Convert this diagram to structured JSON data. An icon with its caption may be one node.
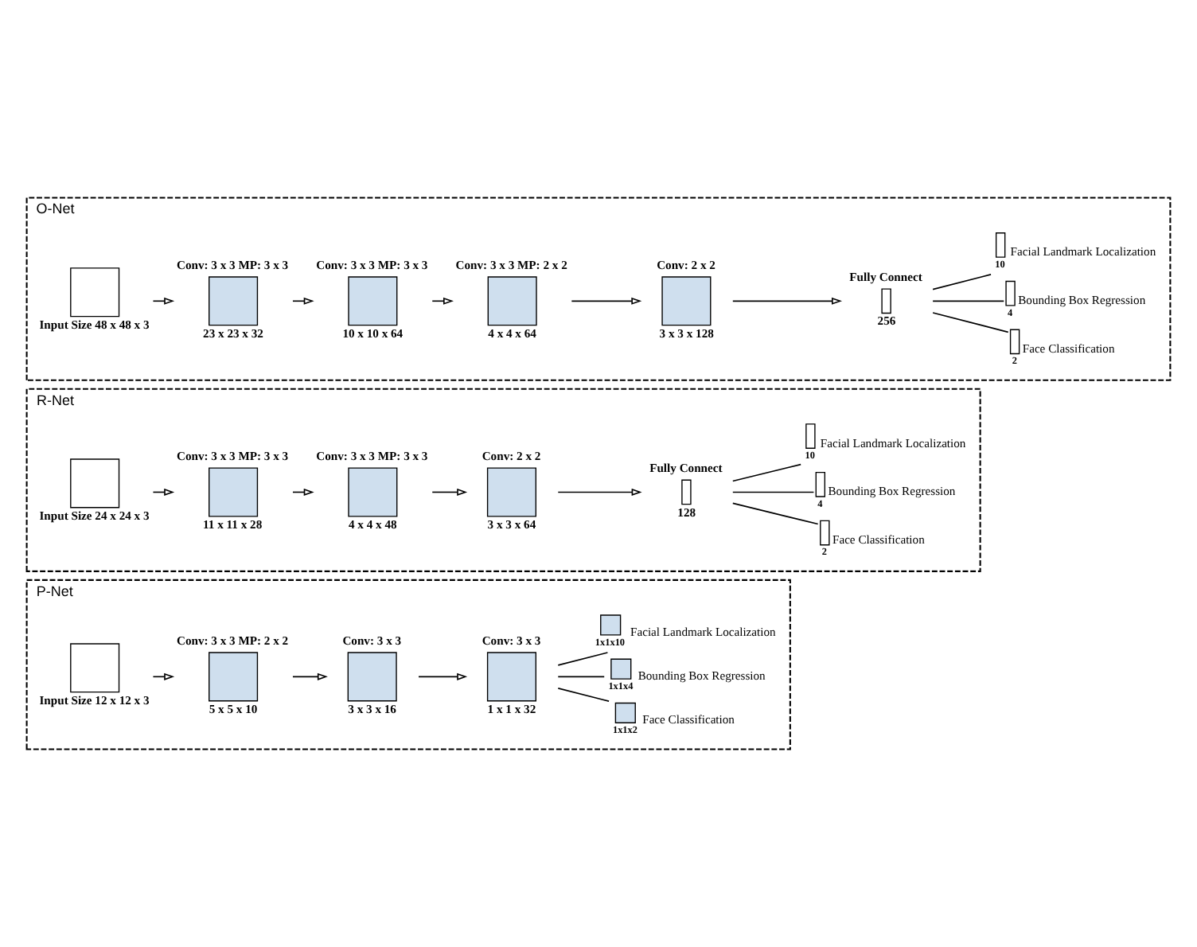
{
  "diagram": {
    "nodes": [
      {
        "text": [
          "P-Net"
        ]
      },
      {
        "text": [],
        "shape": "box",
        "in": 0,
        "beside": [
          "Input Size 12 x 12 x 3"
        ]
      },
      {
        "text": [],
        "shape": "stack",
        "in": 0,
        "beside": [
          "Conv: 3 x 3 MP: 2 x 2",
          "5 x 5 x 10"
        ]
      },
      {
        "text": [],
        "shape": "stack",
        "in": 0,
        "beside": [
          "Conv: 3 x 3",
          "3 x 3 x 16"
        ]
      },
      {
        "text": [],
        "shape": "stack",
        "in": 0,
        "beside": [
          "Conv: 3 x 3",
          "1 x 1 x 32"
        ]
      },
      {
        "text": [],
        "shape": "stack",
        "in": 0,
        "beside": [
          "1x1x2",
          "Face Classification"
        ]
      },
      {
        "text": [],
        "shape": "stack",
        "in": 0,
        "beside": [
          "1x1x4",
          "Bounding Box Regression"
        ]
      },
      {
        "text": [],
        "shape": "stack",
        "in": 0,
        "beside": [
          "1x1x10",
          "Facial Landmark Localization"
        ]
      },
      {
        "text": [
          "R-Net"
        ]
      },
      {
        "text": [],
        "shape": "box",
        "in": 8,
        "beside": [
          "Input Size 24 x 24 x 3"
        ]
      },
      {
        "text": [],
        "shape": "stack",
        "in": 8,
        "beside": [
          "Conv: 3 x 3 MP: 3 x 3",
          "11 x 11 x 28"
        ]
      },
      {
        "text": [],
        "shape": "stack",
        "in": 8,
        "beside": [
          "Conv: 3 x 3 MP: 3 x 3",
          "4 x 4 x 48"
        ]
      },
      {
        "text": [],
        "shape": "stack",
        "in": 8,
        "beside": [
          "Conv: 2 x 2",
          "3 x 3 x 64"
        ]
      },
      {
        "text": [],
        "shape": "bar",
        "in": 8,
        "beside": [
          "Fully Connect",
          "128"
        ]
      },
      {
        "text": [],
        "shape": "bar",
        "in": 8,
        "beside": [
          "2",
          "Face Classification"
        ]
      },
      {
        "text": [],
        "shape": "bar",
        "in": 8,
        "beside": [
          "4",
          "Bounding Box Regression"
        ]
      },
      {
        "text": [],
        "shape": "bar",
        "in": 8,
        "beside": [
          "10",
          "Facial Landmark Localization"
        ]
      },
      {
        "text": [
          "O-Net"
        ]
      },
      {
        "text": [],
        "shape": "box",
        "in": 17,
        "beside": [
          "Input Size 48 x 48 x 3"
        ]
      },
      {
        "text": [],
        "shape": "stack",
        "in": 17,
        "beside": [
          "Conv: 3 x 3 MP: 3 x 3",
          "23 x 23 x 32"
        ]
      },
      {
        "text": [],
        "shape": "stack",
        "in": 17,
        "beside": [
          "Conv: 3 x 3 MP: 3 x 3",
          "10 x 10 x 64"
        ]
      },
      {
        "text": [],
        "shape": "stack",
        "in": 17,
        "beside": [
          "Conv: 3 x 3 MP: 2 x 2",
          "4 x 4 x 64"
        ]
      },
      {
        "text": [],
        "shape": "stack",
        "in": 17,
        "beside": [
          "Conv: 2 x 2",
          "3 x 3 x 128"
        ]
      },
      {
        "text": [],
        "shape": "bar",
        "in": 17,
        "beside": [
          "Fully Connect",
          "256"
        ]
      },
      {
        "text": [],
        "shape": "bar",
        "in": 17,
        "beside": [
          "2",
          "Face Classification"
        ]
      },
      {
        "text": [],
        "shape": "bar",
        "in": 17,
        "beside": [
          "4",
          "Bounding Box Regression"
        ]
      },
      {
        "text": [],
        "shape": "bar",
        "in": 17,
        "beside": [
          "10",
          "Facial Landmark Localization"
        ]
      }
    ],
    "edges": [
      {
        "from": 1,
        "to": 2,
        "arrow": "to"
      },
      {
        "from": 2,
        "to": 3,
        "arrow": "to"
      },
      {
        "from": 3,
        "to": 4,
        "arrow": "to"
      },
      {
        "from": 4,
        "to": 5,
        "arrow": "none"
      },
      {
        "from": 4,
        "to": 6,
        "arrow": "none"
      },
      {
        "from": 4,
        "to": 7,
        "arrow": "none"
      },
      {
        "from": 9,
        "to": 10,
        "arrow": "to"
      },
      {
        "from": 10,
        "to": 11,
        "arrow": "to"
      },
      {
        "from": 11,
        "to": 12,
        "arrow": "to"
      },
      {
        "from": 12,
        "to": 13,
        "arrow": "to"
      },
      {
        "from": 13,
        "to": 14,
        "arrow": "none"
      },
      {
        "from": 13,
        "to": 15,
        "arrow": "none"
      },
      {
        "from": 13,
        "to": 16,
        "arrow": "none"
      },
      {
        "from": 18,
        "to": 19,
        "arrow": "to"
      },
      {
        "from": 19,
        "to": 20,
        "arrow": "to"
      },
      {
        "from": 20,
        "to": 21,
        "arrow": "to"
      },
      {
        "from": 21,
        "to": 22,
        "arrow": "to"
      },
      {
        "from": 22,
        "to": 23,
        "arrow": "to"
      },
      {
        "from": 23,
        "to": 24,
        "arrow": "none"
      },
      {
        "from": 23,
        "to": 25,
        "arrow": "none"
      },
      {
        "from": 23,
        "to": 26,
        "arrow": "none"
      }
    ]
  }
}
